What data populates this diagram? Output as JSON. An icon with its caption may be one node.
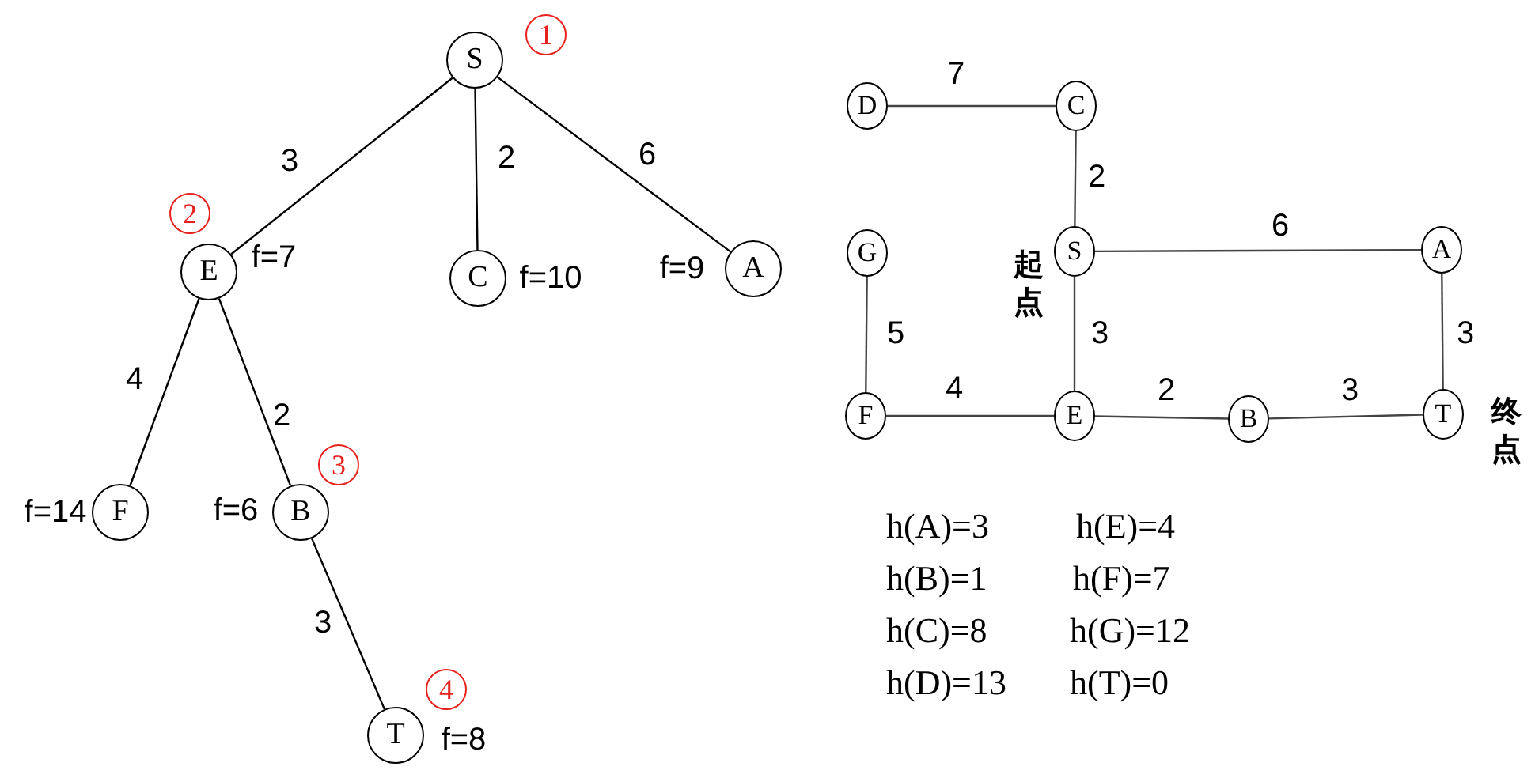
{
  "diagram": {
    "nodes": [
      {
        "text": [
          "S"
        ],
        "beside": [
          "1"
        ]
      },
      {
        "text": [
          "E"
        ],
        "beside": [
          "2",
          "f=7"
        ]
      },
      {
        "text": [
          "C"
        ],
        "beside": [
          "f=10"
        ]
      },
      {
        "text": [
          "A"
        ],
        "beside": [
          "f=9"
        ]
      },
      {
        "text": [
          "F"
        ],
        "beside": [
          "f=14"
        ]
      },
      {
        "text": [
          "B"
        ],
        "beside": [
          "3",
          "f=6"
        ]
      },
      {
        "text": [
          "T"
        ],
        "beside": [
          "4",
          "f=8"
        ]
      },
      {
        "text": [
          "D"
        ]
      },
      {
        "text": [
          "C"
        ]
      },
      {
        "text": [
          "G"
        ]
      },
      {
        "text": [
          "S"
        ],
        "beside": [
          "起点"
        ]
      },
      {
        "text": [
          "A"
        ]
      },
      {
        "text": [
          "F"
        ]
      },
      {
        "text": [
          "E"
        ]
      },
      {
        "text": [
          "B"
        ]
      },
      {
        "text": [
          "T"
        ],
        "beside": [
          "终点"
        ]
      }
    ],
    "edges": [
      {
        "from": 0,
        "to": 1,
        "arrow": "none",
        "label": "3"
      },
      {
        "from": 0,
        "to": 2,
        "arrow": "none",
        "label": "2"
      },
      {
        "from": 0,
        "to": 3,
        "arrow": "none",
        "label": "6"
      },
      {
        "from": 1,
        "to": 4,
        "arrow": "none",
        "label": "4"
      },
      {
        "from": 1,
        "to": 5,
        "arrow": "none",
        "label": "2"
      },
      {
        "from": 5,
        "to": 6,
        "arrow": "none",
        "label": "3"
      },
      {
        "from": 7,
        "to": 8,
        "arrow": "none",
        "label": "7"
      },
      {
        "from": 8,
        "to": 10,
        "arrow": "none",
        "label": "2"
      },
      {
        "from": 10,
        "to": 11,
        "arrow": "none",
        "label": "6"
      },
      {
        "from": 9,
        "to": 12,
        "arrow": "none",
        "label": "5"
      },
      {
        "from": 10,
        "to": 13,
        "arrow": "none",
        "label": "3"
      },
      {
        "from": 12,
        "to": 13,
        "arrow": "none",
        "label": "4"
      },
      {
        "from": 13,
        "to": 14,
        "arrow": "none",
        "label": "2"
      },
      {
        "from": 14,
        "to": 15,
        "arrow": "none",
        "label": "3"
      },
      {
        "from": 11,
        "to": 15,
        "arrow": "none",
        "label": "3"
      }
    ],
    "labels": [
      "h(A)=3",
      "h(E)=4",
      "h(B)=1",
      "h(F)=7",
      "h(C)=8",
      "h(G)=12",
      "h(D)=13",
      "h(T)=0"
    ]
  }
}
